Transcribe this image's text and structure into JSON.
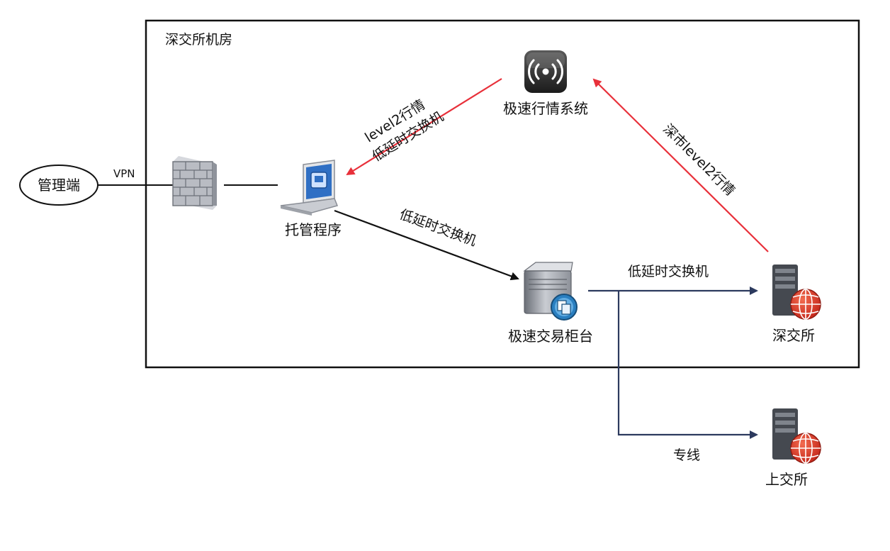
{
  "room": {
    "label": "深交所机房"
  },
  "nodes": {
    "admin": {
      "label": "管理端",
      "icon": "ellipse-terminal"
    },
    "firewall": {
      "icon": "firewall-brick-icon"
    },
    "hosting": {
      "label": "托管程序",
      "icon": "laptop-icon"
    },
    "market": {
      "label": "极速行情系统",
      "icon": "broadcast-icon"
    },
    "counter": {
      "label": "极速交易柜台",
      "icon": "server-icon"
    },
    "szse": {
      "label": "深交所",
      "icon": "globe-server-icon"
    },
    "sse": {
      "label": "上交所",
      "icon": "globe-server-icon"
    }
  },
  "edges": {
    "vpn": {
      "label": "VPN"
    },
    "market_to_hosting": {
      "label_line1": "level2行情",
      "label_line2": "低延时交换机",
      "color": "#e8303a"
    },
    "hosting_to_counter": {
      "label": "低延时交换机",
      "color": "#111111"
    },
    "counter_to_szse": {
      "label": "低延时交换机",
      "color": "#2c3a5e"
    },
    "counter_to_sse": {
      "label": "专线",
      "color": "#2c3a5e"
    },
    "szse_to_market": {
      "label": "深市level2行情",
      "color": "#e8303a"
    }
  }
}
